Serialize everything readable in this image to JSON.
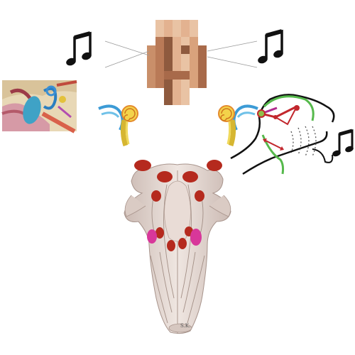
{
  "diagram": {
    "elements": [
      {
        "id": "face",
        "kind": "pixelated-face-photo"
      },
      {
        "id": "note-left",
        "kind": "music-note-icon"
      },
      {
        "id": "note-right",
        "kind": "music-note-icon"
      },
      {
        "id": "note-far-right",
        "kind": "music-note-icon"
      },
      {
        "id": "ear-anatomy",
        "kind": "ear-cross-section-illustration"
      },
      {
        "id": "cochlea-left",
        "kind": "cochlea-illustration"
      },
      {
        "id": "cochlea-right",
        "kind": "cochlea-illustration"
      },
      {
        "id": "vocal-tract",
        "kind": "vocal-tract-diagram"
      },
      {
        "id": "brainstem",
        "kind": "brainstem-illustration"
      }
    ],
    "signature_text": "S.K.",
    "colors": {
      "nucleus_red": "#b52a1e",
      "nucleus_magenta": "#d8379a",
      "vocal_green": "#56b94c",
      "vocal_red": "#c2272d",
      "brainstem_tissue": "#e3d6d0",
      "skin": "#d9a27c"
    }
  }
}
